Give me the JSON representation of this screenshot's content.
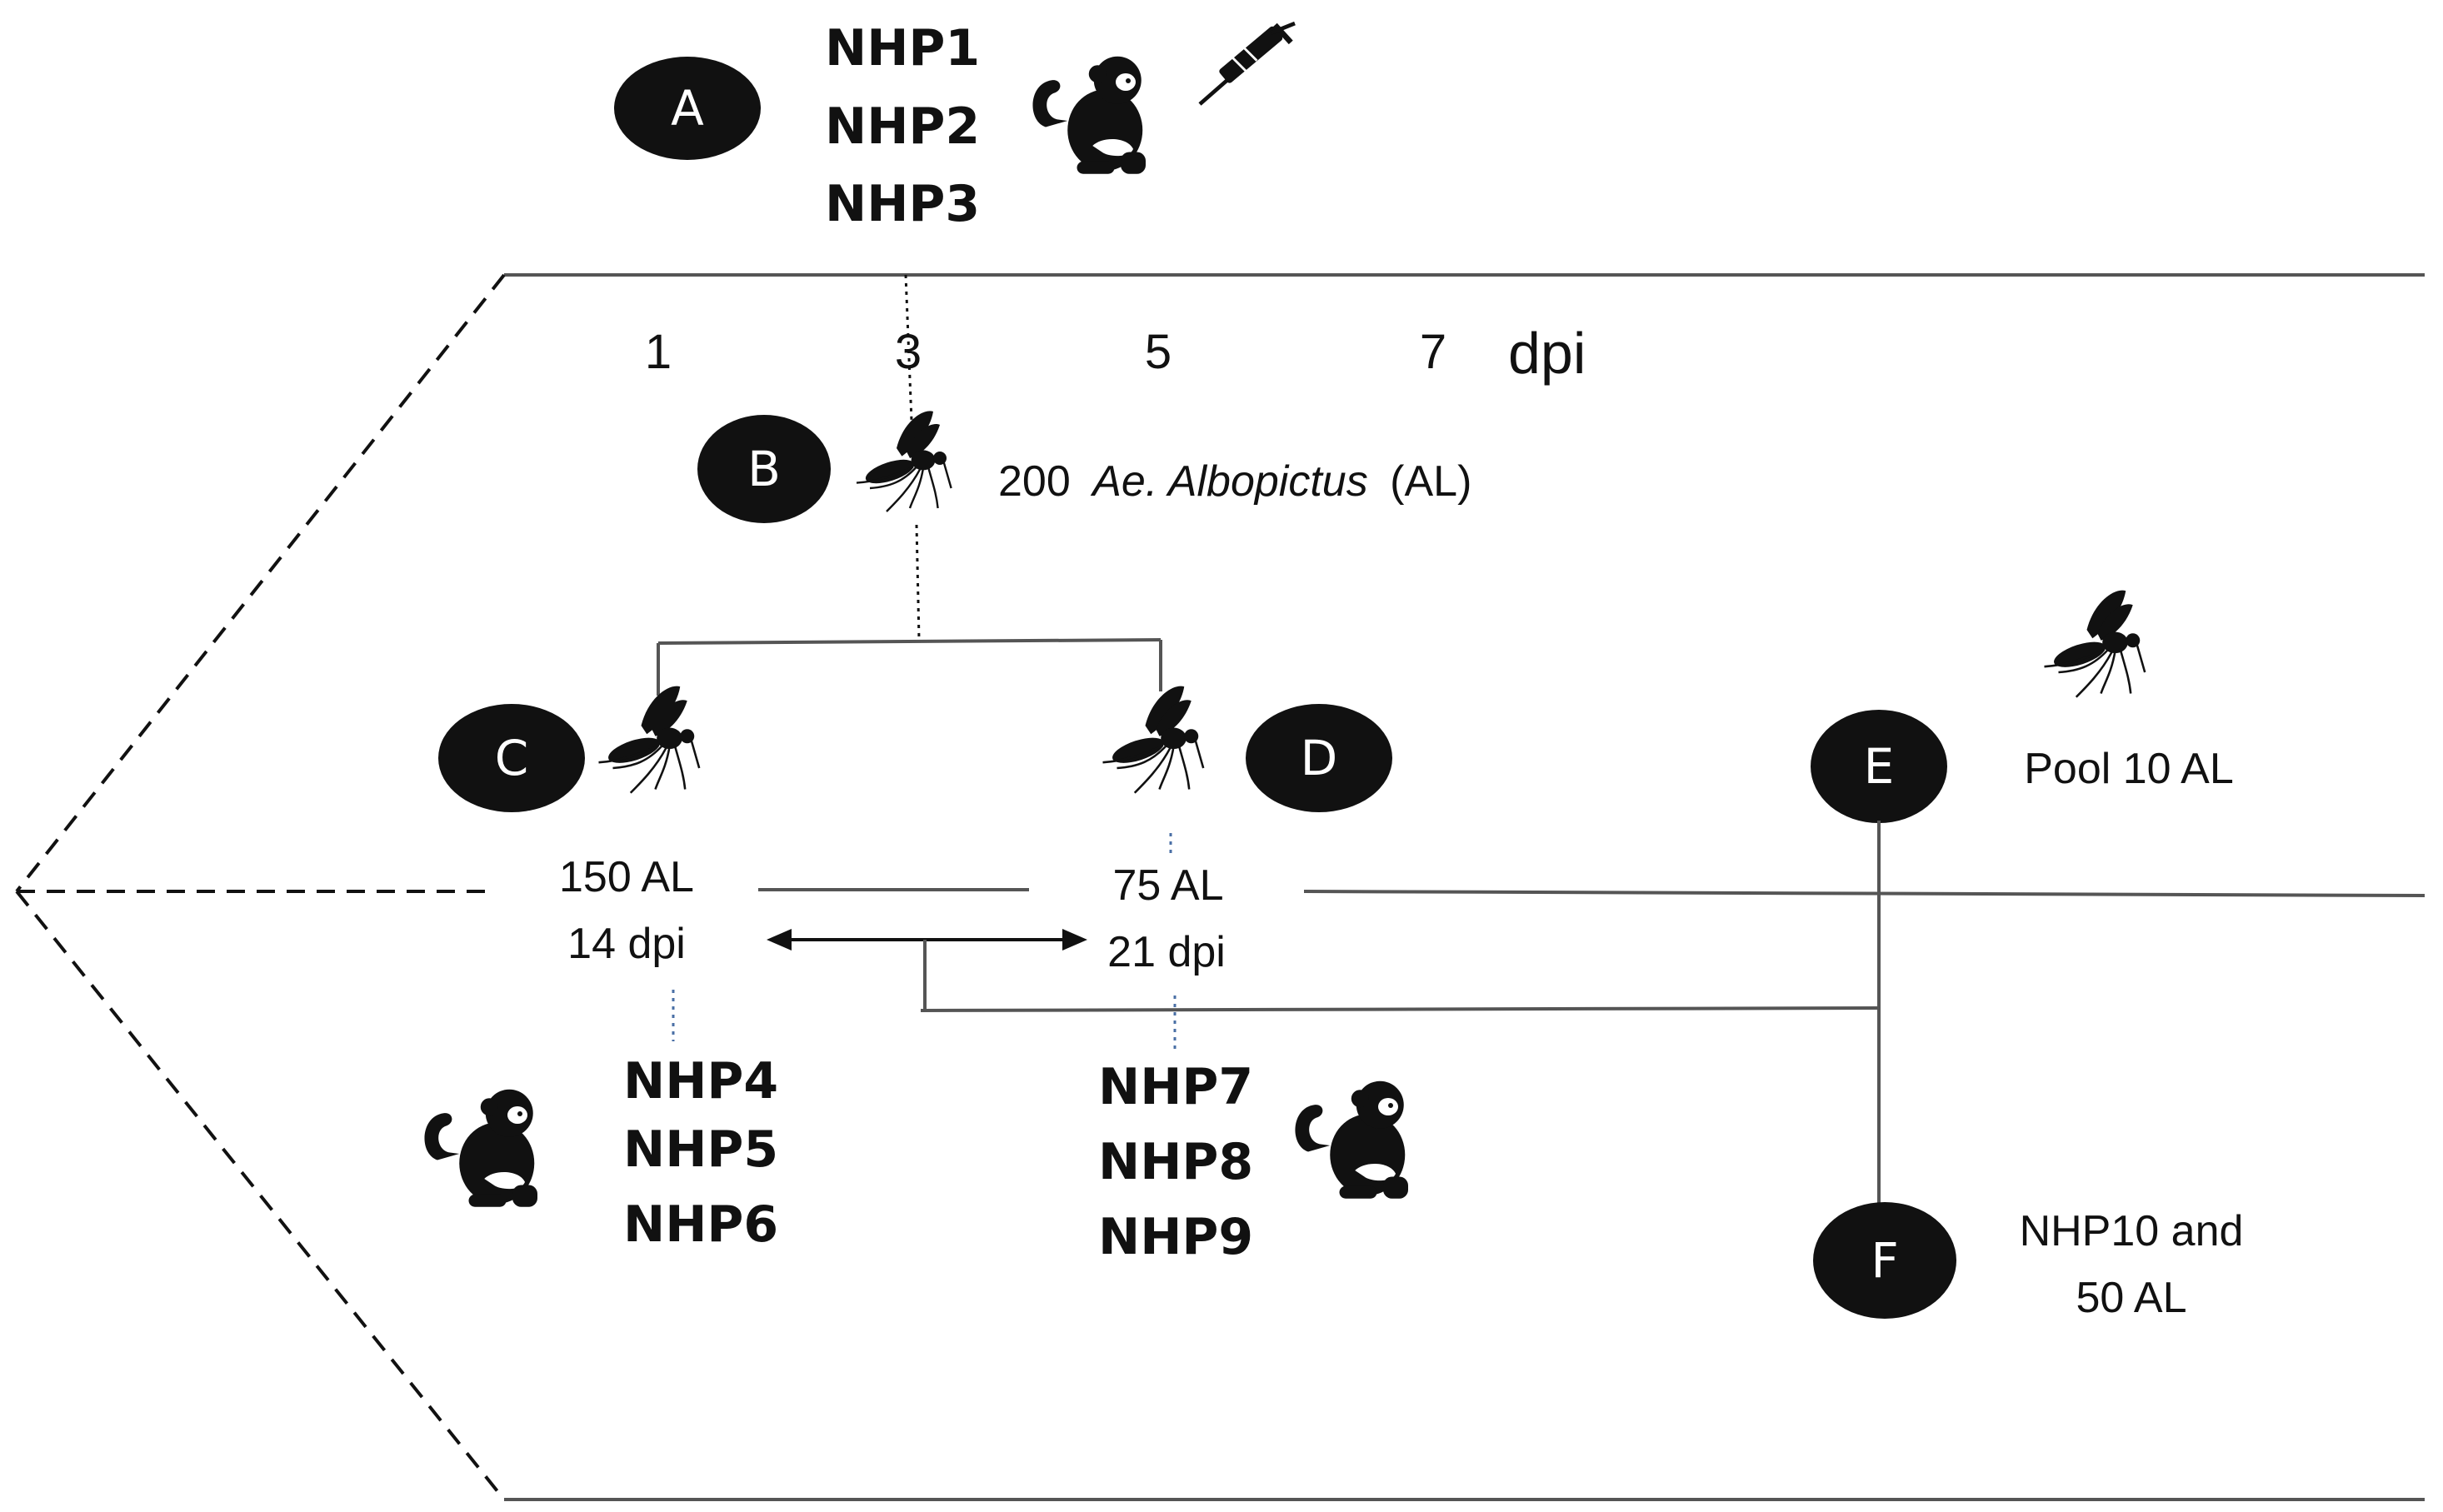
{
  "nodes": {
    "A": {
      "label": "A"
    },
    "B": {
      "label": "B"
    },
    "C": {
      "label": "C"
    },
    "D": {
      "label": "D"
    },
    "E": {
      "label": "E"
    },
    "F": {
      "label": "F"
    }
  },
  "group_a": [
    "NHP1",
    "NHP2",
    "NHP3"
  ],
  "timeline": {
    "ticks": [
      "1",
      "3",
      "5",
      "7"
    ],
    "unit": "dpi"
  },
  "mosquito_group": {
    "count": "200",
    "species": "Ae. Albopictus",
    "abbr": "(AL)"
  },
  "branch_c": {
    "count": "150 AL",
    "time": "14 dpi"
  },
  "branch_d": {
    "count": "75 AL",
    "time": "21 dpi"
  },
  "pool": {
    "label": "Pool 10 AL"
  },
  "group_c_nhps": [
    "NHP4",
    "NHP5",
    "NHP6"
  ],
  "group_d_nhps": [
    "NHP7",
    "NHP8",
    "NHP9"
  ],
  "final_group": {
    "line1": "NHP10 and",
    "line2": "50 AL"
  },
  "colors": {
    "ink": "#111111",
    "line": "#555555",
    "dotted_blue": "#4a6fa5"
  },
  "icons": [
    "monkey-icon",
    "syringe-icon",
    "mosquito-icon"
  ]
}
